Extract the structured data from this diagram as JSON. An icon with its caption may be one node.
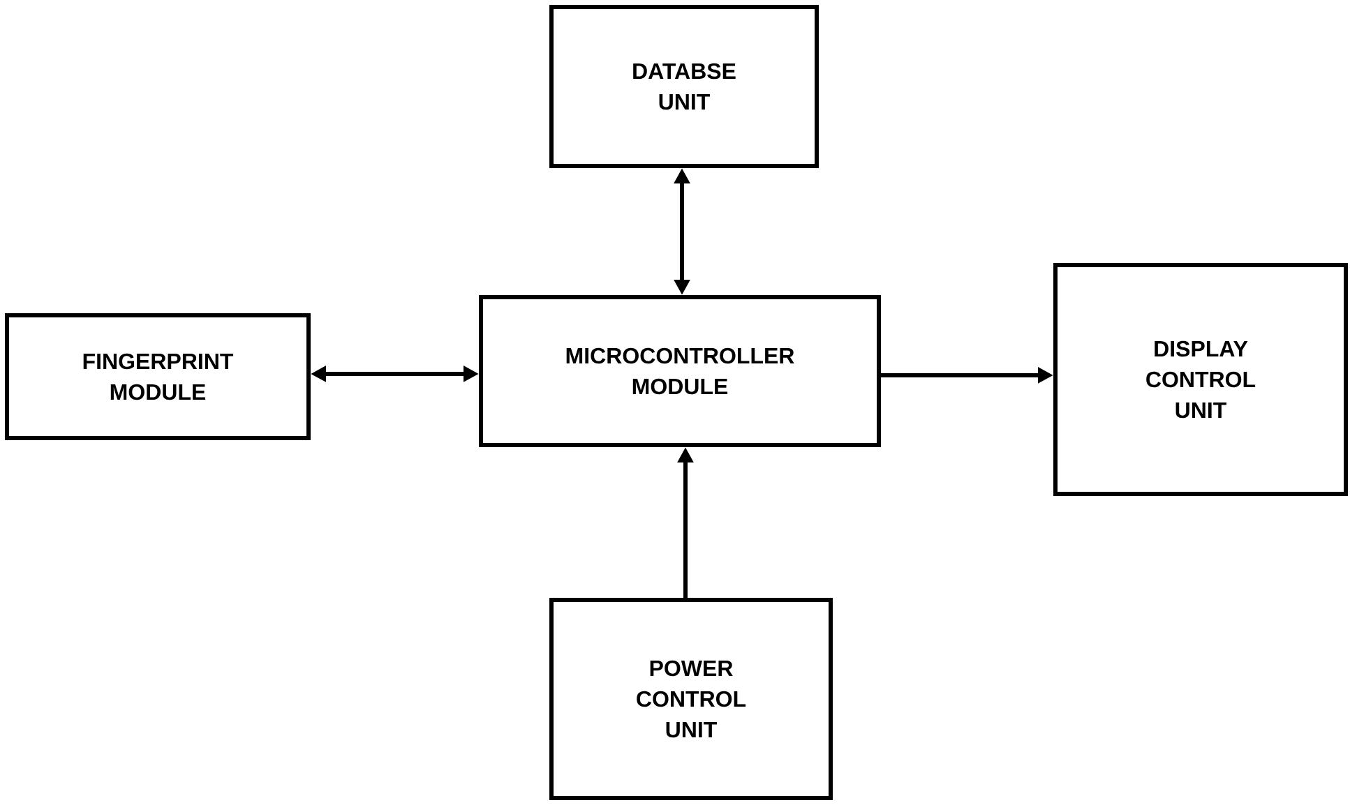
{
  "diagram": {
    "nodes": [
      {
        "text": [
          "DATABSE UNIT"
        ]
      },
      {
        "text": [
          "FINGERPRINT MODULE"
        ]
      },
      {
        "text": [
          "MICROCONTROLLER MODULE"
        ]
      },
      {
        "text": [
          "DISPLAY CONTROL UNIT"
        ]
      },
      {
        "text": [
          "POWER CONTROL UNIT"
        ]
      }
    ],
    "edges": [
      {
        "from": 2,
        "to": 0,
        "arrow": "both"
      },
      {
        "from": 1,
        "to": 2,
        "arrow": "both"
      },
      {
        "from": 2,
        "to": 3,
        "arrow": "to"
      },
      {
        "from": 4,
        "to": 2,
        "arrow": "to"
      }
    ]
  }
}
